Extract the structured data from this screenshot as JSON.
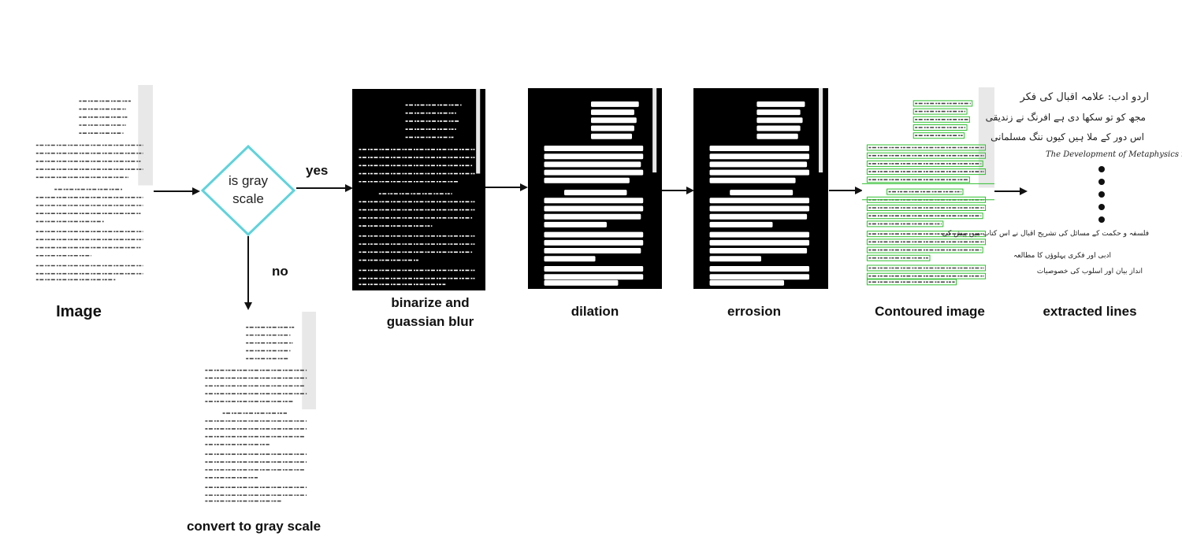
{
  "diagram": {
    "labels": {
      "image": "Image",
      "decision": "is gray scale",
      "yes": "yes",
      "no": "no",
      "binarize": "binarize and guassian blur",
      "dilation": "dilation",
      "erosion": "errosion",
      "contoured": "Contoured image",
      "extracted": "extracted lines",
      "grayscale": "convert to gray scale"
    },
    "extracted_lines": {
      "line1": "اردو ادب: علامہ اقبال کی فکر",
      "line2": "مجھ کو تو سکھا دی ہے افرنگ نے زندیقی",
      "line3": "اس دور کے ملا ہیں کیوں ننگ مسلمانی",
      "english": "The Development of Metaphysics in Persia",
      "line4": "فلسفہ و حکمت کے مسائل کی تشریح اقبال نے اس کتاب میں پیش کی",
      "line5": "ادبی اور فکری پہلوؤں کا مطالعہ",
      "line6": "انداز بیان اور اسلوب کی خصوصیات"
    },
    "colors": {
      "diamond_stroke": "#5fd3dc",
      "contour_green": "#2fbf2f",
      "arrow": "#111111"
    }
  }
}
